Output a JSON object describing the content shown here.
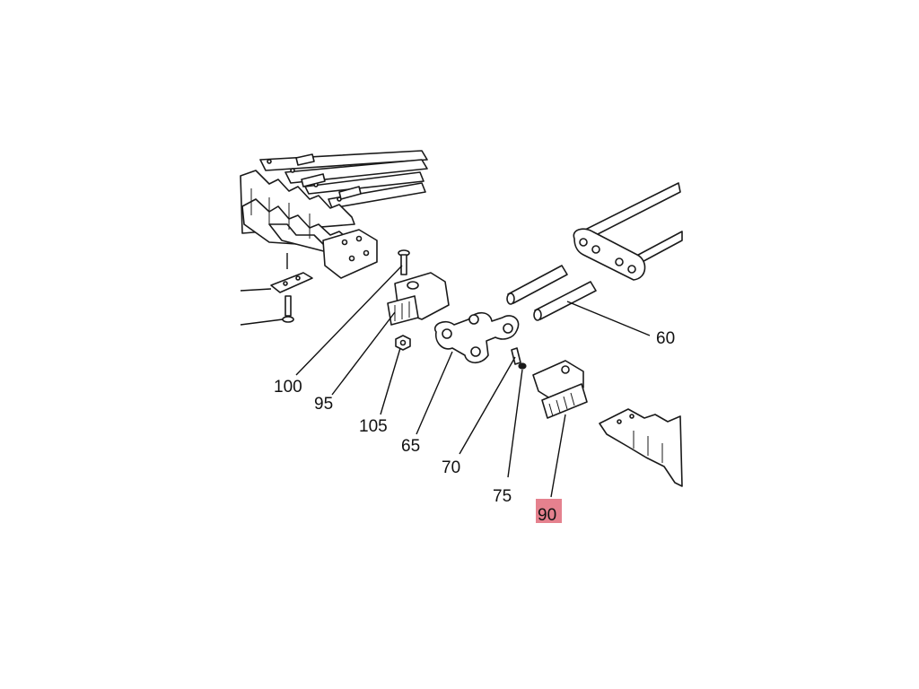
{
  "diagram": {
    "callouts": [
      {
        "id": "c60",
        "label": "60"
      },
      {
        "id": "c100",
        "label": "100"
      },
      {
        "id": "c95",
        "label": "95"
      },
      {
        "id": "c105",
        "label": "105"
      },
      {
        "id": "c65",
        "label": "65"
      },
      {
        "id": "c70",
        "label": "70"
      },
      {
        "id": "c75",
        "label": "75"
      },
      {
        "id": "c90",
        "label": "90",
        "highlighted": true
      }
    ],
    "highlight_color": "#e06b7a"
  }
}
